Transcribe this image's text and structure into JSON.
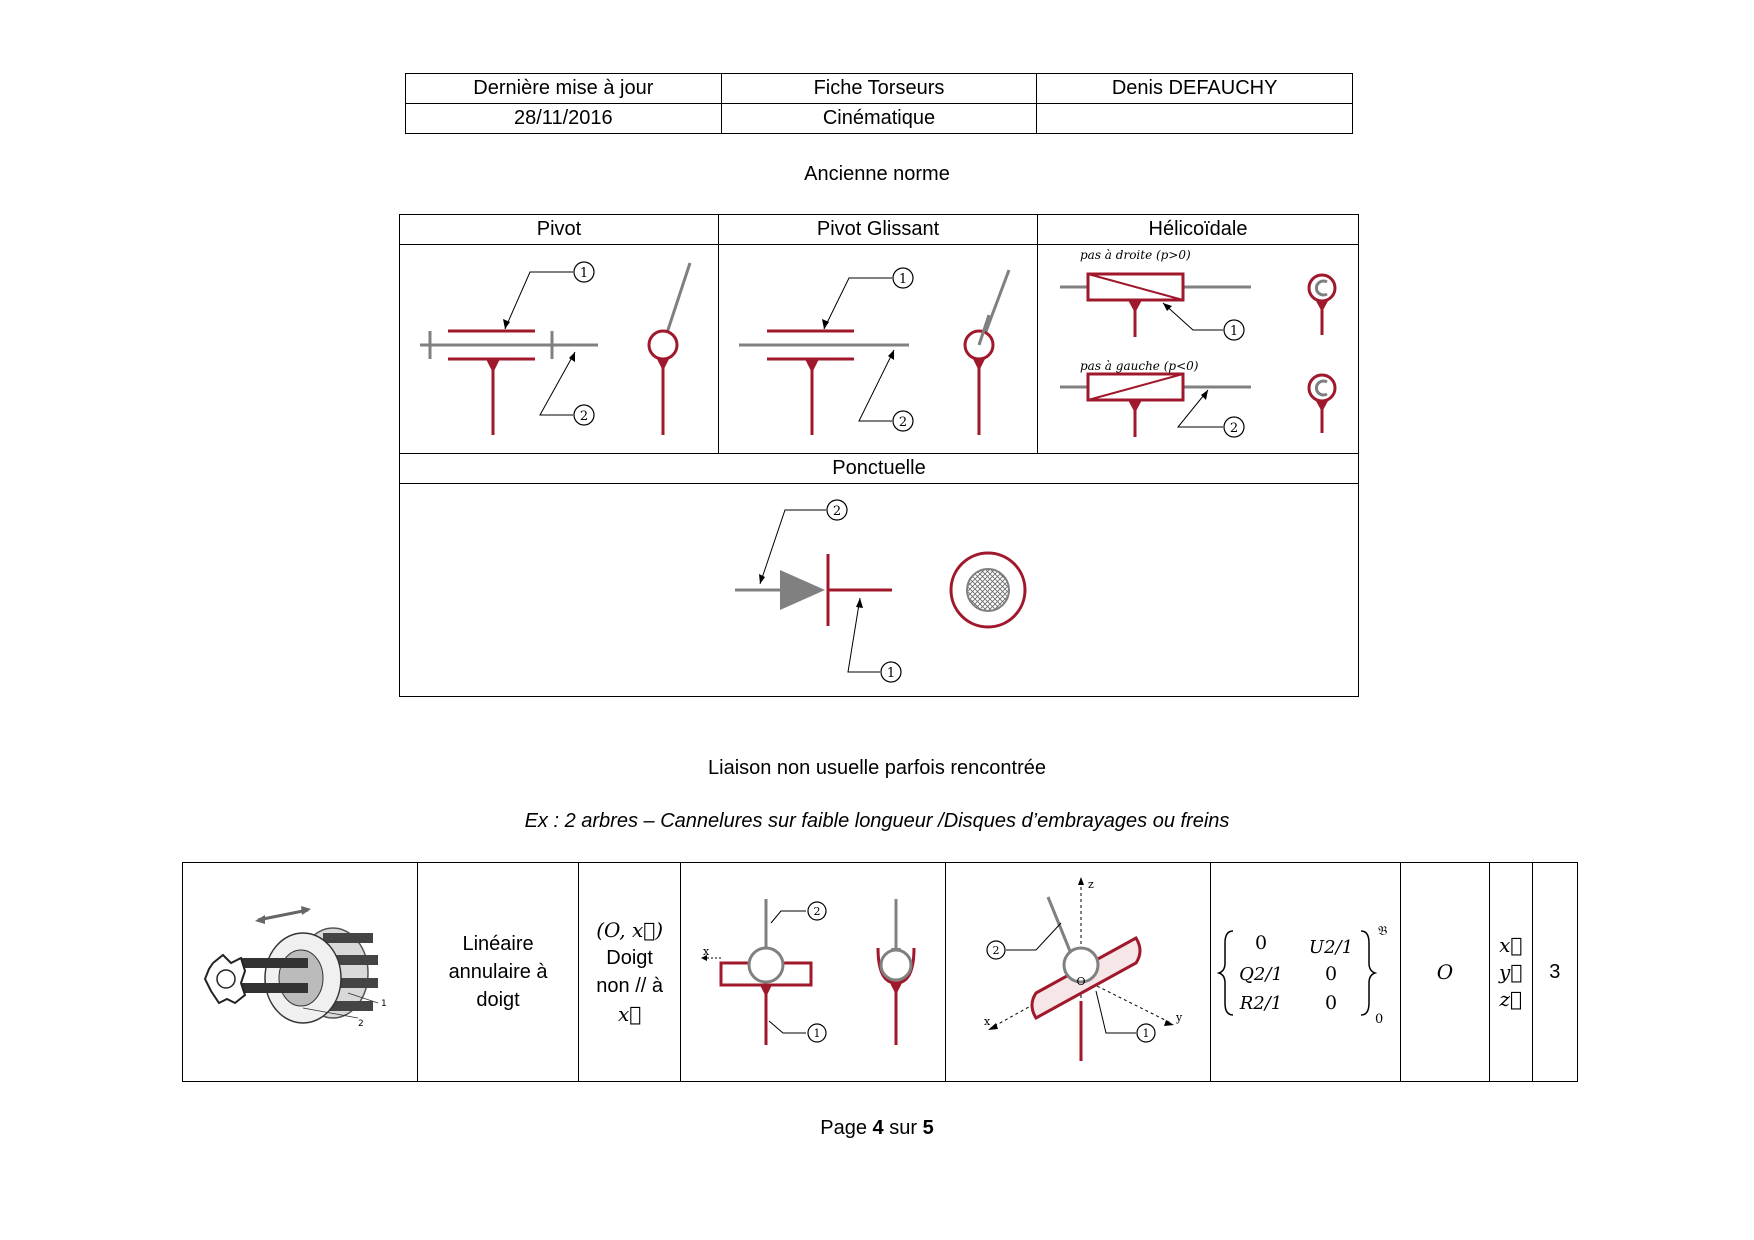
{
  "header": {
    "row1": [
      "Dernière mise à jour",
      "Fiche Torseurs",
      "Denis DEFAUCHY"
    ],
    "row2": [
      "28/11/2016",
      "Cinématique",
      ""
    ]
  },
  "section_old_norm": {
    "title": "Ancienne norme",
    "columns": [
      "Pivot",
      "Pivot Glissant",
      "Hélicoïdale"
    ],
    "helical_labels": {
      "right": "pas à droite   (p>0)",
      "left": "pas à gauche  (p<0)"
    },
    "ponctuelle": "Ponctuelle",
    "markers": {
      "one": "1",
      "two": "2"
    }
  },
  "section_unusual": {
    "title": "Liaison non usuelle parfois rencontrée",
    "example": "Ex : 2 arbres – Cannelures sur faible longueur /Disques d’embrayages ou freins",
    "row": {
      "name": "Linéaire annulaire à doigt",
      "axis_line1": "(O, x⃗)",
      "axis_line2": "Doigt",
      "axis_line3": "non // à",
      "axis_line4": "x⃗",
      "axis_labels": {
        "x": "x",
        "y": "y",
        "z": "z",
        "o": "O"
      },
      "photo_labels": {
        "one": "1",
        "two": "2"
      },
      "torsor": {
        "r1c1": "0",
        "r1c2": "U2/1",
        "r2c1": "Q2/1",
        "r2c2": "0",
        "r3c1": "R2/1",
        "r3c2": "0",
        "basis": "𝔅",
        "point": "0"
      },
      "point": "O",
      "dir1": "x⃗",
      "dir2": "y⃗",
      "dir3": "z⃗",
      "dof": "3"
    }
  },
  "footer": {
    "prefix": "Page ",
    "page": "4",
    "middle": " sur ",
    "total": "5"
  },
  "colors": {
    "red": "#a0182b",
    "grey": "#808080"
  }
}
